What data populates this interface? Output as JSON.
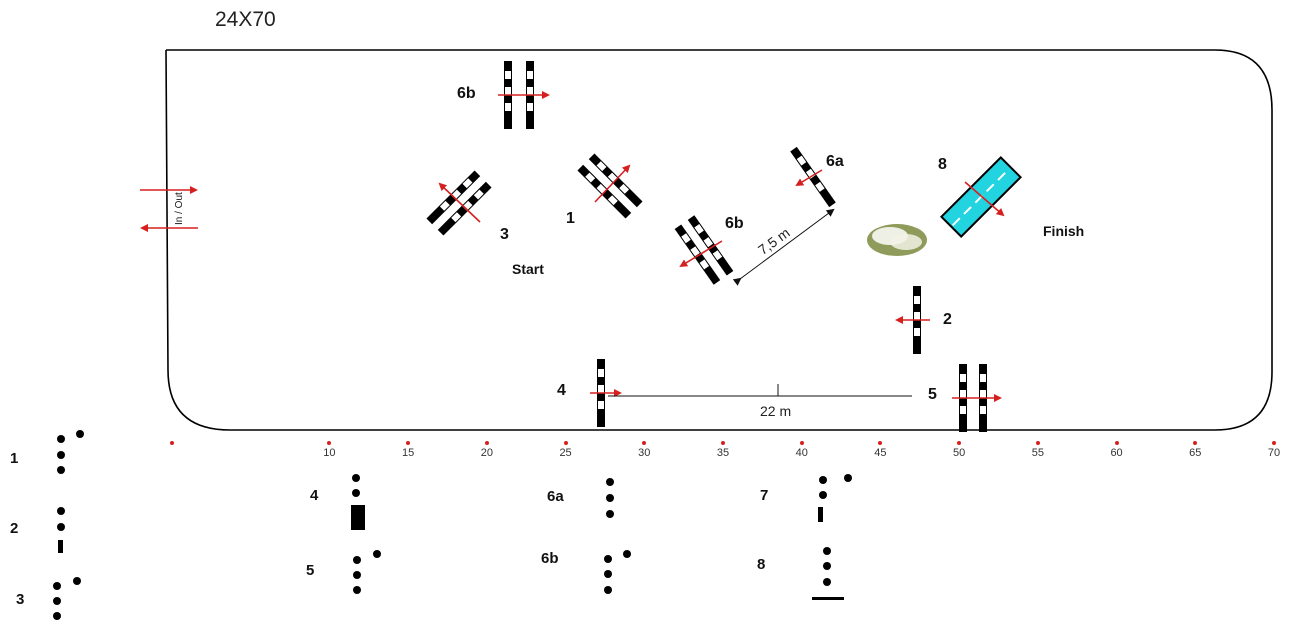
{
  "title": "24X70",
  "arena": {
    "gate_label": "In / Out",
    "start_label": "Start",
    "finish_label": "Finish"
  },
  "obstacles": [
    {
      "id": "1",
      "type": "oxer"
    },
    {
      "id": "2",
      "type": "vertical"
    },
    {
      "id": "3",
      "type": "oxer"
    },
    {
      "id": "4",
      "type": "wall"
    },
    {
      "id": "5",
      "type": "oxer"
    },
    {
      "id": "6a",
      "type": "vertical"
    },
    {
      "id": "6b",
      "type": "oxer"
    },
    {
      "id": "7",
      "type": "oxer"
    },
    {
      "id": "8",
      "type": "water"
    }
  ],
  "measurements": {
    "dist_6": "7,5 m",
    "dist_4_5": "22 m"
  },
  "scale_ticks": [
    "10",
    "15",
    "20",
    "25",
    "30",
    "35",
    "40",
    "45",
    "50",
    "55",
    "60",
    "65",
    "70"
  ],
  "legend": {
    "items": [
      "1",
      "2",
      "3",
      "4",
      "5",
      "6a",
      "6b",
      "7",
      "8"
    ]
  },
  "colors": {
    "arrow": "#d62020",
    "water": "#22d3e0",
    "pole": "#000000"
  }
}
